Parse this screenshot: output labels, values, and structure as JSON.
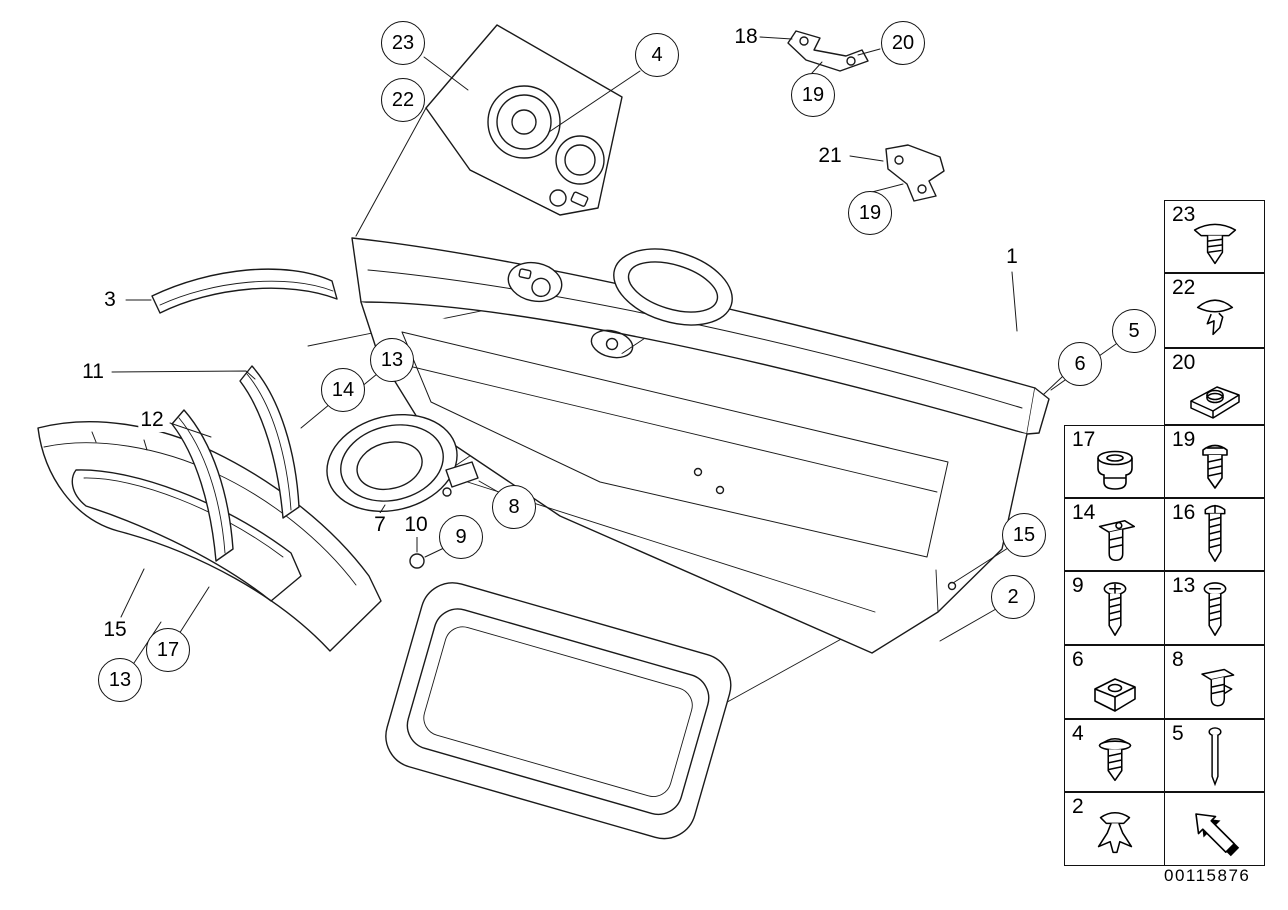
{
  "diagram": {
    "catalog_number": "00115876",
    "colors": {
      "background": "#ffffff",
      "line": "#1a1a1a"
    }
  },
  "callouts": [
    {
      "label": "23",
      "shape": "circle"
    },
    {
      "label": "22",
      "shape": "circle"
    },
    {
      "label": "4",
      "shape": "circle"
    },
    {
      "label": "18",
      "shape": "plain"
    },
    {
      "label": "20",
      "shape": "circle"
    },
    {
      "label": "19",
      "shape": "circle"
    },
    {
      "label": "21",
      "shape": "plain"
    },
    {
      "label": "19",
      "shape": "circle"
    },
    {
      "label": "1",
      "shape": "plain"
    },
    {
      "label": "5",
      "shape": "circle"
    },
    {
      "label": "6",
      "shape": "circle"
    },
    {
      "label": "3",
      "shape": "plain"
    },
    {
      "label": "13",
      "shape": "circle"
    },
    {
      "label": "14",
      "shape": "circle"
    },
    {
      "label": "11",
      "shape": "plain"
    },
    {
      "label": "12",
      "shape": "plain"
    },
    {
      "label": "8",
      "shape": "circle"
    },
    {
      "label": "7",
      "shape": "plain"
    },
    {
      "label": "10",
      "shape": "plain"
    },
    {
      "label": "9",
      "shape": "circle"
    },
    {
      "label": "15",
      "shape": "circle"
    },
    {
      "label": "2",
      "shape": "circle"
    },
    {
      "label": "15",
      "shape": "plain"
    },
    {
      "label": "17",
      "shape": "circle"
    },
    {
      "label": "13",
      "shape": "circle"
    }
  ],
  "legend": {
    "cells": [
      {
        "label": "23",
        "icon": "expansion-rivet"
      },
      {
        "label": "22",
        "icon": "sealing-plug"
      },
      {
        "label": "20",
        "icon": "cage-nut"
      },
      {
        "label": "17",
        "icon": "grommet-nut"
      },
      {
        "label": "19",
        "icon": "pan-head-screw"
      },
      {
        "label": "14",
        "icon": "clip-nut"
      },
      {
        "label": "16",
        "icon": "long-screw"
      },
      {
        "label": "9",
        "icon": "tapping-screw"
      },
      {
        "label": "13",
        "icon": "tapping-screw"
      },
      {
        "label": "6",
        "icon": "square-nut"
      },
      {
        "label": "8",
        "icon": "snap-clip"
      },
      {
        "label": "4",
        "icon": "oval-head-screw"
      },
      {
        "label": "5",
        "icon": "rivet-pin"
      },
      {
        "label": "2",
        "icon": "expanding-clip"
      },
      {
        "label": "",
        "icon": "direction-arrow"
      }
    ]
  }
}
